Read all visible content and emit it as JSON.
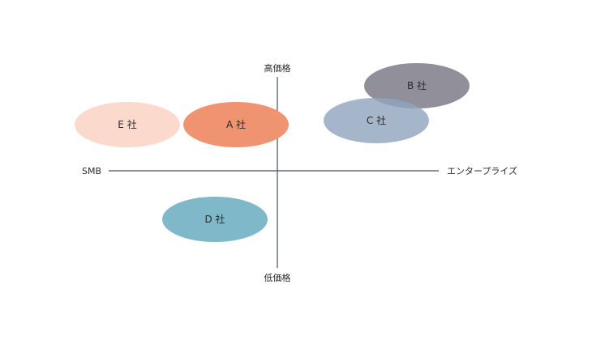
{
  "axes": {
    "top": "高価格",
    "bottom": "低価格",
    "left": "SMB",
    "right": "エンタープライズ"
  },
  "companies": [
    {
      "label": "E 社",
      "color": "#fbd9cc",
      "opacity": 1
    },
    {
      "label": "A 社",
      "color": "#ef9371",
      "opacity": 1
    },
    {
      "label": "B 社",
      "color": "#7e7b88",
      "opacity": 0.85
    },
    {
      "label": "C 社",
      "color": "#8fa4be",
      "opacity": 0.8
    },
    {
      "label": "D 社",
      "color": "#7fb8c8",
      "opacity": 1
    }
  ]
}
